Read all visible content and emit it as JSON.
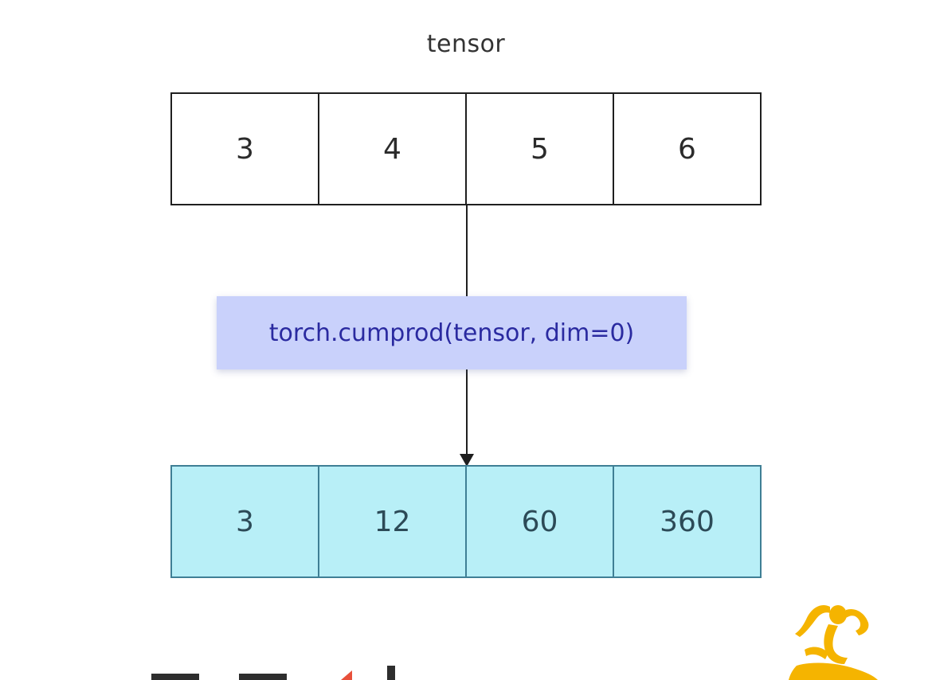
{
  "diagram": {
    "input_label": "tensor",
    "input_values": [
      "3",
      "4",
      "5",
      "6"
    ],
    "operation": "torch.cumprod(tensor, dim=0)",
    "output_values": [
      "3",
      "12",
      "60",
      "360"
    ]
  },
  "colors": {
    "output_fill": "#b8eff7",
    "output_border": "#3f7f95",
    "operation_fill": "#c9d1fb",
    "operation_text": "#2a2aa0",
    "logo_red": "#e8503a",
    "mascot_yellow": "#f5b400"
  },
  "icons": {
    "mascot": "dancing-figure-icon"
  }
}
